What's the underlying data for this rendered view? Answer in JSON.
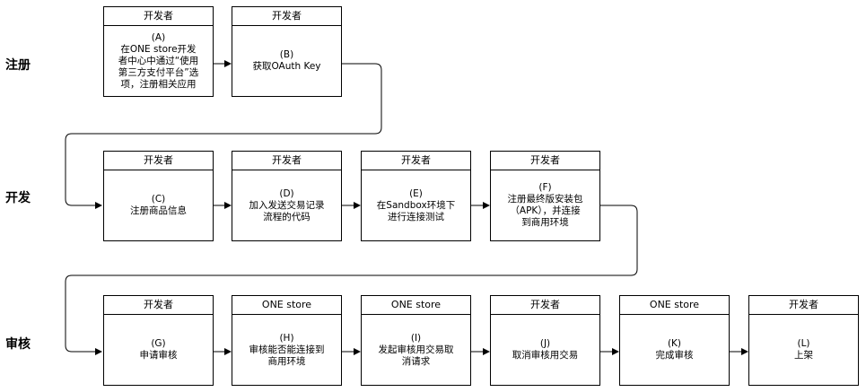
{
  "stages": {
    "register": "注册",
    "develop": "开发",
    "review": "审核"
  },
  "cards": {
    "A": {
      "actor": "开发者",
      "id": "(A)",
      "text": "在ONE store开发\n者中心中通过“使用\n第三方支付平台”选\n项，注册相关应用"
    },
    "B": {
      "actor": "开发者",
      "id": "(B)",
      "text": "获取OAuth Key"
    },
    "C": {
      "actor": "开发者",
      "id": "(C)",
      "text": "注册商品信息"
    },
    "D": {
      "actor": "开发者",
      "id": "(D)",
      "text": "加入发送交易记录\n流程的代码"
    },
    "E": {
      "actor": "开发者",
      "id": "(E)",
      "text": "在Sandbox环境下\n进行连接测试"
    },
    "F": {
      "actor": "开发者",
      "id": "(F)",
      "text": "注册最终版安装包\n（APK），并连接\n到商用环境"
    },
    "G": {
      "actor": "开发者",
      "id": "(G)",
      "text": "申请审核"
    },
    "H": {
      "actor": "ONE store",
      "id": "(H)",
      "text": "审核能否能连接到\n商用环境"
    },
    "I": {
      "actor": "ONE store",
      "id": "(I)",
      "text": "发起审核用交易取\n消请求"
    },
    "J": {
      "actor": "开发者",
      "id": "(J)",
      "text": "取消审核用交易"
    },
    "K": {
      "actor": "ONE store",
      "id": "(K)",
      "text": "完成审核"
    },
    "L": {
      "actor": "开发者",
      "id": "(L)",
      "text": "上架"
    }
  }
}
